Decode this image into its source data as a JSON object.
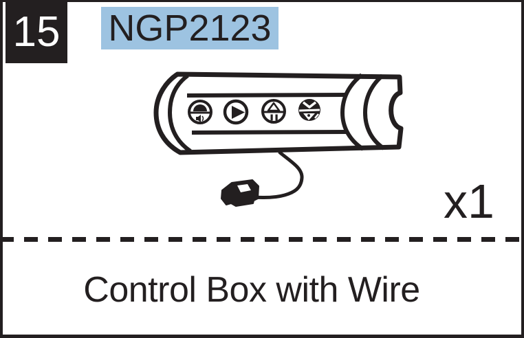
{
  "part": {
    "index": "15",
    "code": "NGP2123",
    "quantity": "x1",
    "name": "Control Box with Wire"
  },
  "colors": {
    "highlight_blue": "#9dc3e1",
    "ink": "#231f20"
  },
  "illustration": {
    "subject": "control box handset with cable and connector plug",
    "buttons": [
      "person-speaker-button",
      "play-button",
      "up-pause-button",
      "down-button"
    ]
  }
}
